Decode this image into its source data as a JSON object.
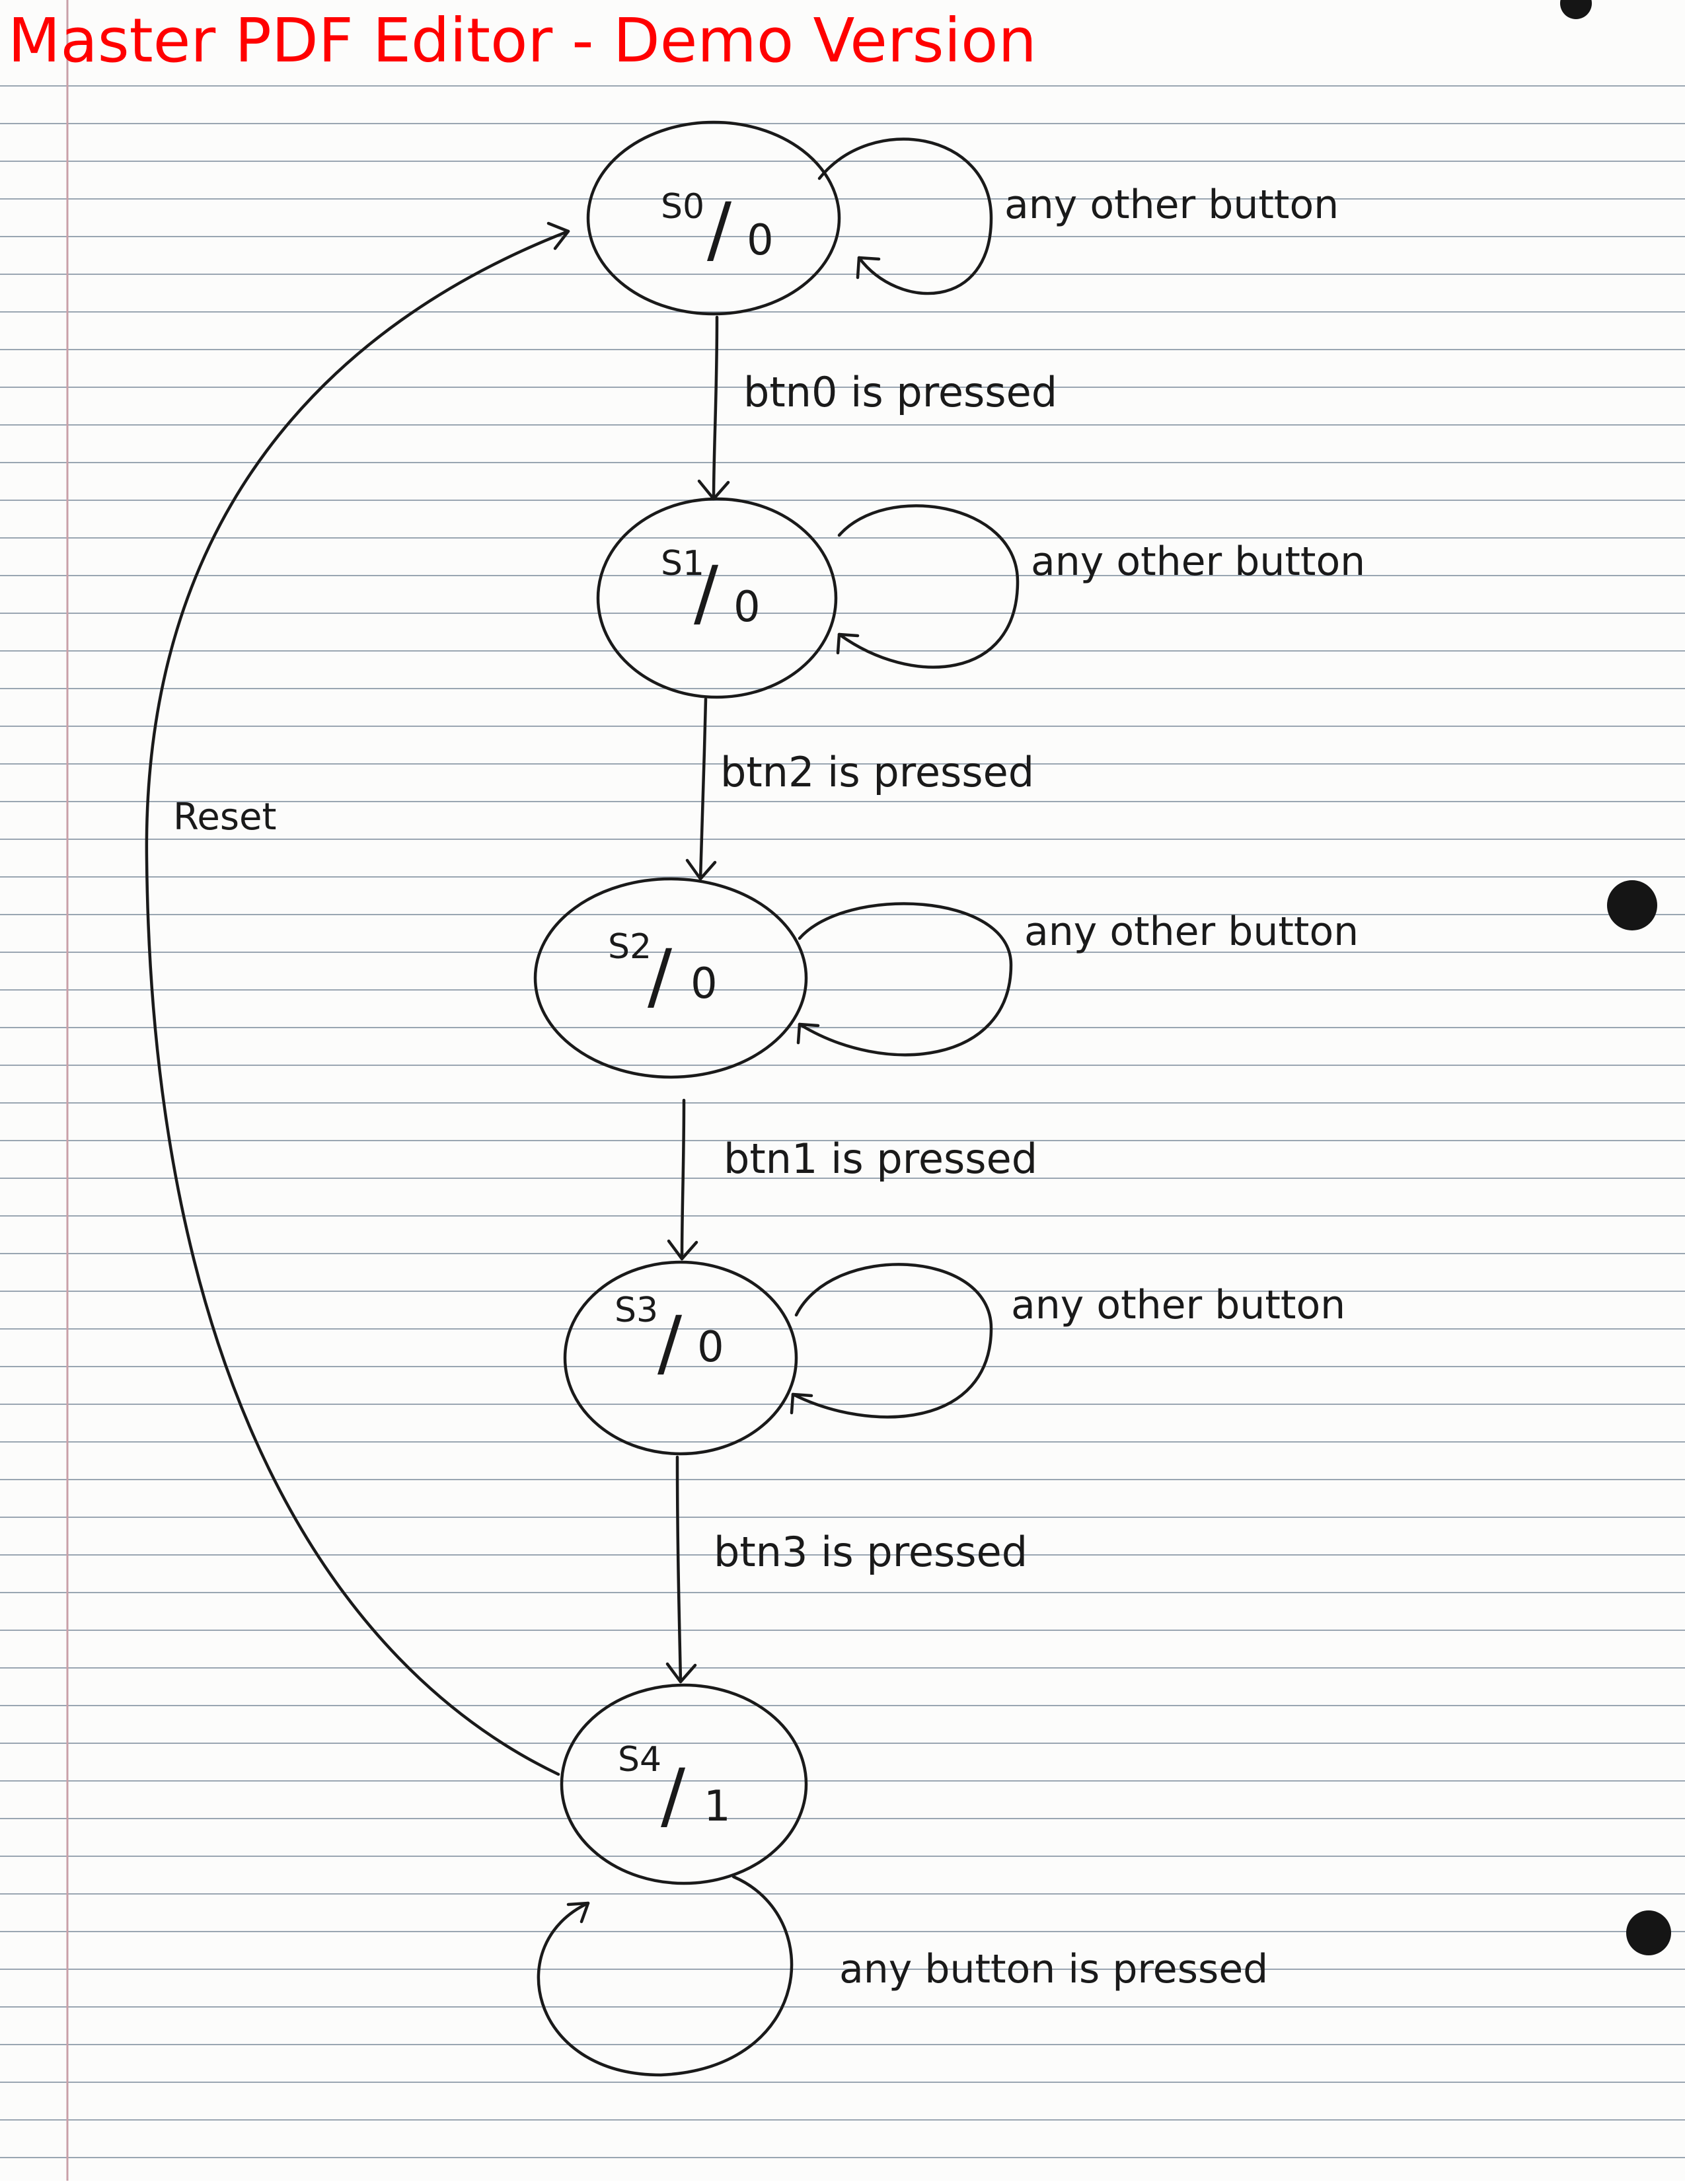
{
  "app": {
    "watermark": "Master PDF Editor - Demo Version"
  },
  "diagram": {
    "states": [
      {
        "id": "s0",
        "name": "S0",
        "slash": "/",
        "output": "0"
      },
      {
        "id": "s1",
        "name": "S1",
        "slash": "/",
        "output": "0"
      },
      {
        "id": "s2",
        "name": "S2",
        "slash": "/",
        "output": "0"
      },
      {
        "id": "s3",
        "name": "S3",
        "slash": "/",
        "output": "0"
      },
      {
        "id": "s4",
        "name": "S4",
        "slash": "/",
        "output": "1"
      }
    ],
    "transitions": [
      {
        "from": "s0",
        "to": "s1",
        "label": "btn0 is pressed"
      },
      {
        "from": "s1",
        "to": "s2",
        "label": "btn2 is pressed"
      },
      {
        "from": "s2",
        "to": "s3",
        "label": "btn1 is pressed"
      },
      {
        "from": "s3",
        "to": "s4",
        "label": "btn3 is pressed"
      },
      {
        "from": "s4",
        "to": "s0",
        "label": "Reset"
      }
    ],
    "self_loops": [
      {
        "state": "s0",
        "label": "any other button"
      },
      {
        "state": "s1",
        "label": "any other button"
      },
      {
        "state": "s2",
        "label": "any other button"
      },
      {
        "state": "s3",
        "label": "any other button"
      },
      {
        "state": "s4",
        "label": "any button is pressed"
      }
    ]
  },
  "colors": {
    "watermark": "#ff0000",
    "ink": "#1a1a1a",
    "paper": "#fcfcfb",
    "rule_lines": "#9aa6b2",
    "margin_line": "#c9a0a8"
  }
}
